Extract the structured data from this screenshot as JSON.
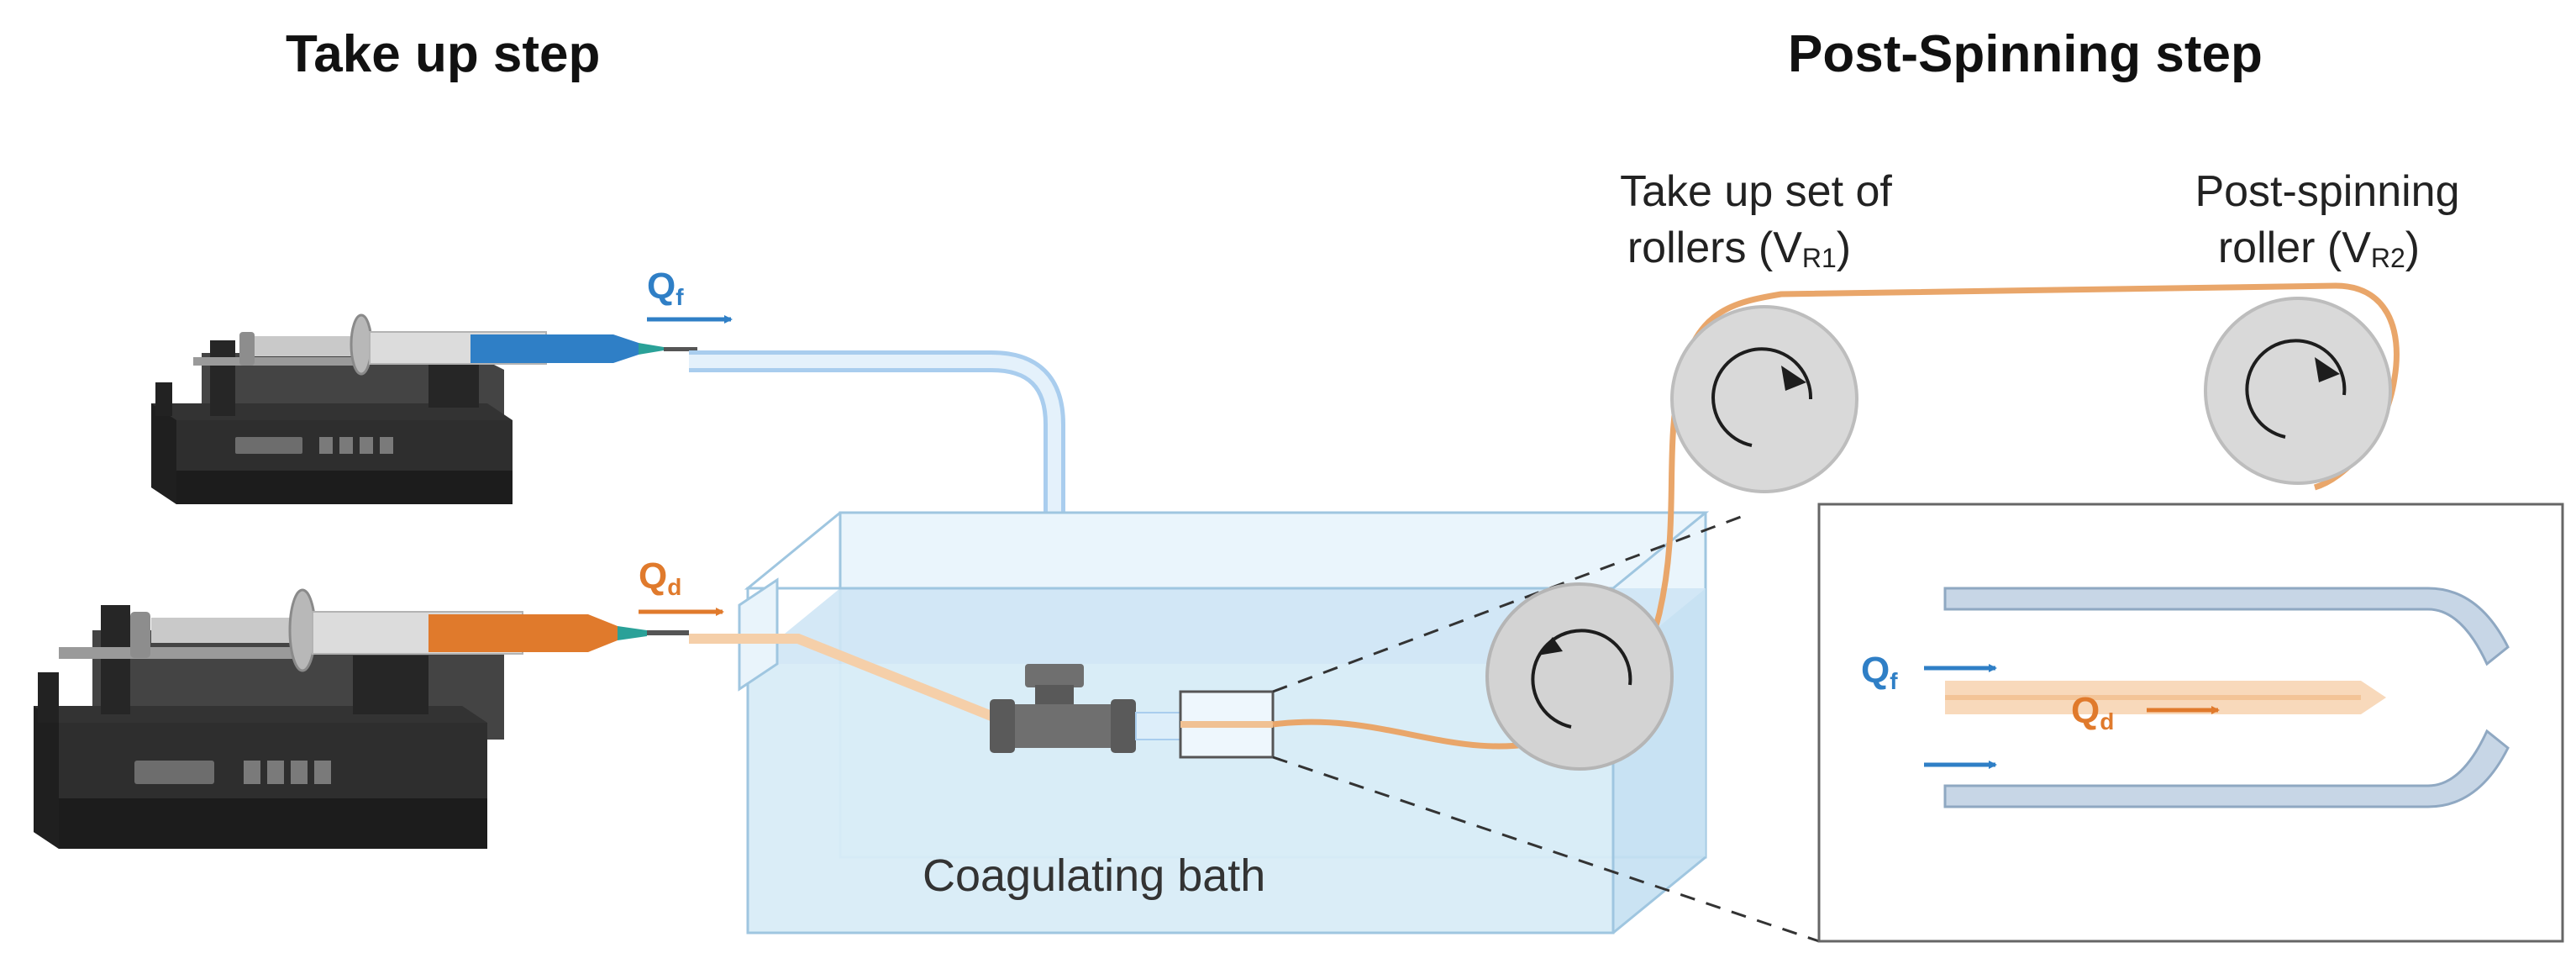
{
  "headings": {
    "take_up": "Take up step",
    "post_spinning": "Post-Spinning step"
  },
  "labels": {
    "coagulating_bath": "Coagulating bath",
    "take_up_rollers_line1": "Take up set of",
    "take_up_rollers_line2": "rollers (V",
    "take_up_rollers_sub": "R1",
    "take_up_rollers_close": ")",
    "post_roller_line1": "Post-spinning",
    "post_roller_line2": "roller (V",
    "post_roller_sub": "R2",
    "post_roller_close": ")"
  },
  "flows": {
    "fiber_main": "Q",
    "fiber_sub": "f",
    "dope_main": "Q",
    "dope_sub": "d"
  },
  "colors": {
    "fiber_blue": "#2f7fc6",
    "dope_orange": "#e07a2c",
    "filament": "#e9a66a",
    "tube": "#cfe4f7",
    "bath": "#d8ecf7",
    "pump_body": "#2e2e2e",
    "roller": "#d9d9d9"
  }
}
